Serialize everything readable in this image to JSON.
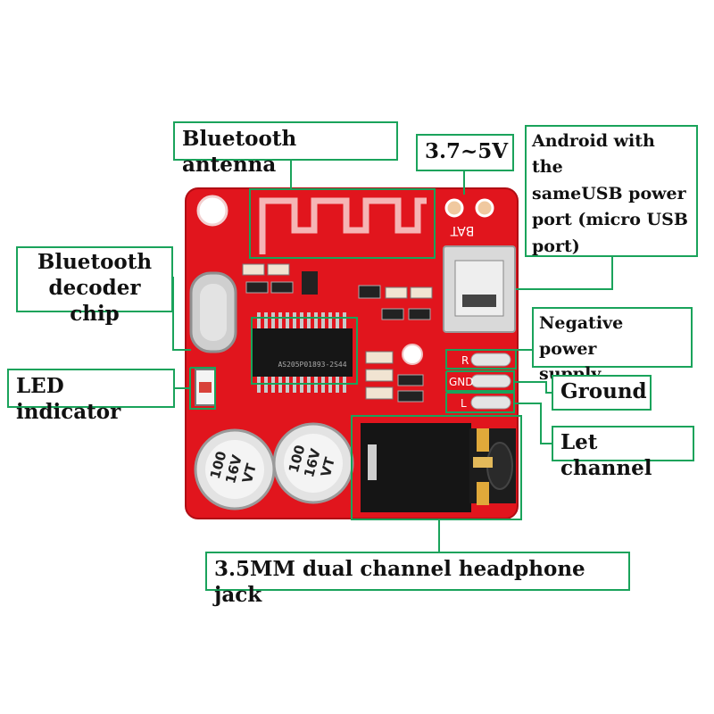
{
  "colors": {
    "callout_border": "#1aa35b",
    "board_red": "#e1151d",
    "chip_black": "#161616"
  },
  "labels": {
    "bluetooth_antenna": "Bluetooth antenna",
    "voltage": "3.7~5V",
    "usb_port": [
      "Android with the",
      "sameUSB power",
      "port (micro USB",
      "port)"
    ],
    "decoder_chip": [
      "Bluetooth",
      "decoder chip"
    ],
    "negative_power": [
      "Negative power",
      "supply"
    ],
    "led_indicator": "LED indicator",
    "ground": "Ground",
    "left_channel": "Let channel",
    "headphone_jack": "3.5MM dual channel headphone jack"
  },
  "board": {
    "pin_labels": {
      "bat": "BAT",
      "r": "R",
      "gnd": "GND",
      "l": "L"
    },
    "capacitor_text": [
      "100",
      "16V",
      "VT"
    ],
    "chip_marking": "AS205P01893-2S44"
  }
}
